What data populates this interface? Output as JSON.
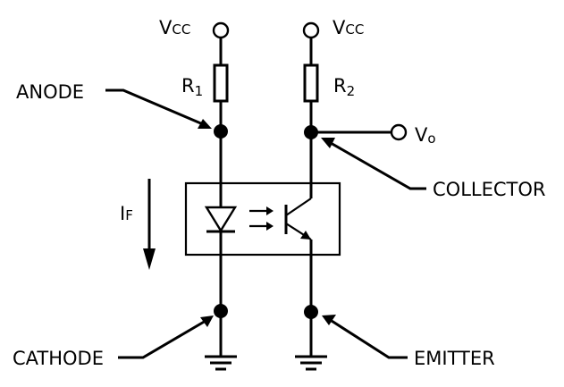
{
  "labels": {
    "vcc_left_main": "V",
    "vcc_left_sub": "CC",
    "vcc_right_main": "V",
    "vcc_right_sub": "CC",
    "r1_main": "R",
    "r1_sub": "1",
    "r2_main": "R",
    "r2_sub": "2",
    "vo_main": "V",
    "vo_sub": "o",
    "if_main": "I",
    "if_sub": "F",
    "anode": "ANODE",
    "cathode": "CATHODE",
    "collector": "COLLECTOR",
    "emitter": "EMITTER"
  }
}
